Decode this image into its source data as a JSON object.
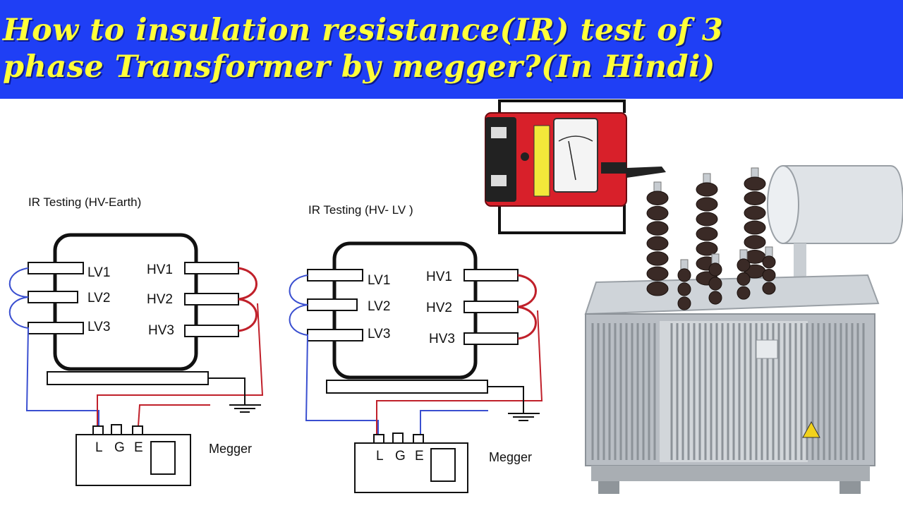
{
  "title": {
    "line1": "How to  insulation resistance(IR) test of 3",
    "line2": "phase  Transformer by megger?(In Hindi)"
  },
  "diagram_left": {
    "heading": "IR Testing (HV-Earth)",
    "lv_terminals": [
      "LV1",
      "LV2",
      "LV3"
    ],
    "hv_terminals": [
      "HV1",
      "HV2",
      "HV3"
    ],
    "megger_terminals": [
      "L",
      "G",
      "E"
    ],
    "megger_label": "Megger"
  },
  "diagram_right": {
    "heading": "IR Testing (HV- LV    )",
    "lv_terminals": [
      "LV1",
      "LV2",
      "LV3"
    ],
    "hv_terminals": [
      "HV1",
      "HV2",
      "HV3"
    ],
    "megger_terminals": [
      "L",
      "G",
      "E"
    ],
    "megger_label": "Megger"
  },
  "colors": {
    "banner": "#1f3ff5",
    "title_text": "#ffff3a",
    "wire_lv": "#3a4fd0",
    "wire_hv": "#c0202a",
    "wire_earth": "#111111",
    "megger_body": "#d8202a",
    "transformer_body": "#b9bec4"
  }
}
